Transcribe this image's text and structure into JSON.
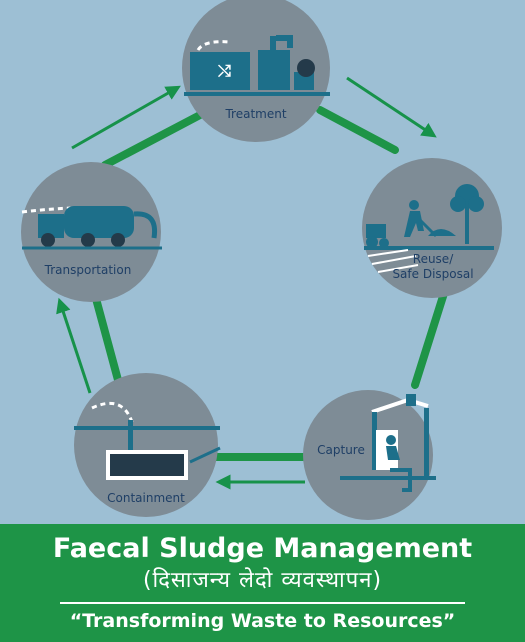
{
  "cycle": {
    "nodes": [
      {
        "id": "treatment",
        "label": "Treatment"
      },
      {
        "id": "reuse",
        "label_line1": "Reuse/",
        "label_line2": "Safe Disposal"
      },
      {
        "id": "capture",
        "label": "Capture"
      },
      {
        "id": "containment",
        "label": "Containment"
      },
      {
        "id": "transportation",
        "label": "Transportation"
      }
    ],
    "flow_order": [
      "capture",
      "containment",
      "transportation",
      "treatment",
      "reuse"
    ]
  },
  "banner": {
    "title": "Faecal Sludge Management",
    "subtitle": "(दिसाजन्य लेदो व्यवस्थापन)",
    "tagline": "“Transforming Waste to Resources”"
  },
  "colors": {
    "background": "#9dbfd4",
    "circle_fill": "#7e8c96",
    "illustration": "#1d6f8a",
    "connector_green": "#1e9447",
    "arrow_green": "#17924a",
    "label_text": "#1f3f66",
    "banner_green": "#1e9447"
  }
}
